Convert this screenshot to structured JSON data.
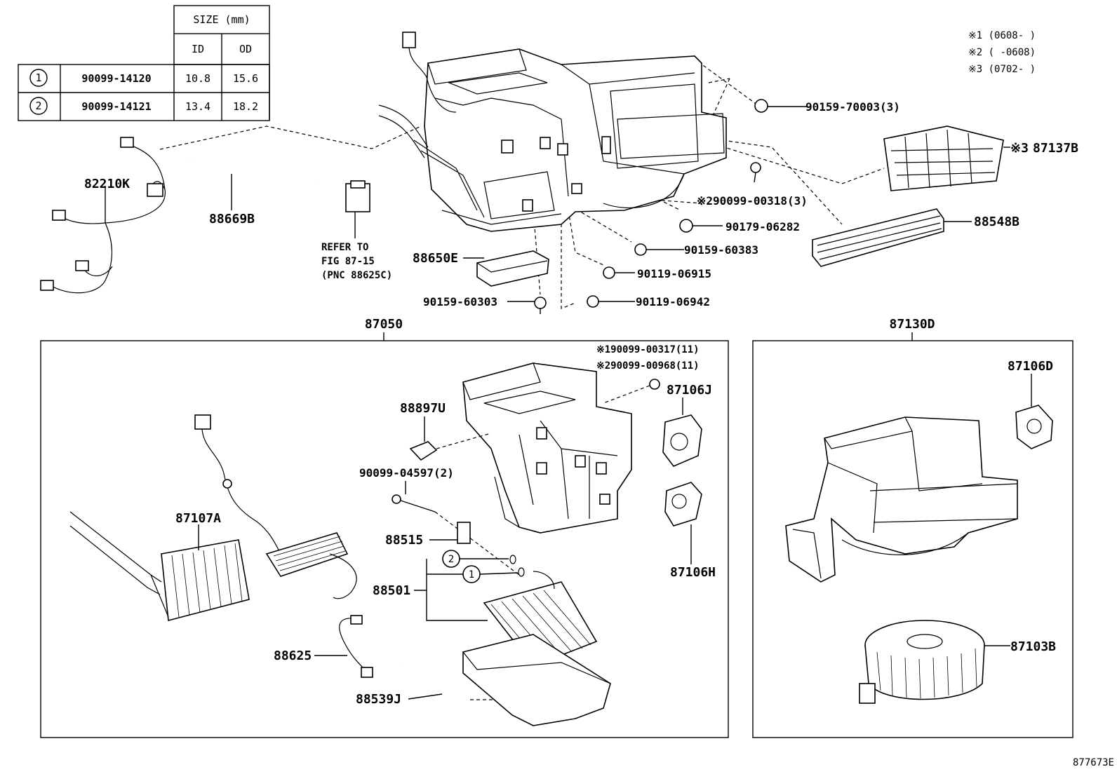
{
  "size_table": {
    "header": "SIZE (mm)",
    "col_id": "ID",
    "col_od": "OD",
    "rows": [
      {
        "mark": "1",
        "part": "90099-14120",
        "id": "10.8",
        "od": "15.6"
      },
      {
        "mark": "2",
        "part": "90099-14121",
        "id": "13.4",
        "od": "18.2"
      }
    ]
  },
  "notes": {
    "note1": "※1 (0608-    )",
    "note2": "※2 (    -0608)",
    "note3": "※3 (0702-    )"
  },
  "labels": {
    "p82210K": "82210K",
    "p88669B": "88669B",
    "refer1": "REFER TO",
    "refer2": "FIG 87-15",
    "refer3": "(PNC 88625C)",
    "p88650E": "88650E",
    "p90159_60303": "90159-60303",
    "p90159_70003": "90159-70003(3)",
    "p87137B_mark": "※3",
    "p87137B": "87137B",
    "p90099_00318": "※290099-00318(3)",
    "p90179_06282": "90179-06282",
    "p88548B": "88548B",
    "p90159_60383": "90159-60383",
    "p90119_06915": "90119-06915",
    "p90119_06942": "90119-06942",
    "p87050": "87050",
    "p87130D": "87130D",
    "p90099_00317": "※190099-00317(11)",
    "p90099_00968": "※290099-00968(11)",
    "p87106J": "87106J",
    "p88897U": "88897U",
    "p90099_04597": "90099-04597(2)",
    "p87107A": "87107A",
    "p88515": "88515",
    "p88501": "88501",
    "p87106H": "87106H",
    "p88625": "88625",
    "p88539J": "88539J",
    "p87106D": "87106D",
    "p87103B": "87103B",
    "ring2": "2",
    "ring1": "1",
    "diagram_id": "877673E"
  }
}
